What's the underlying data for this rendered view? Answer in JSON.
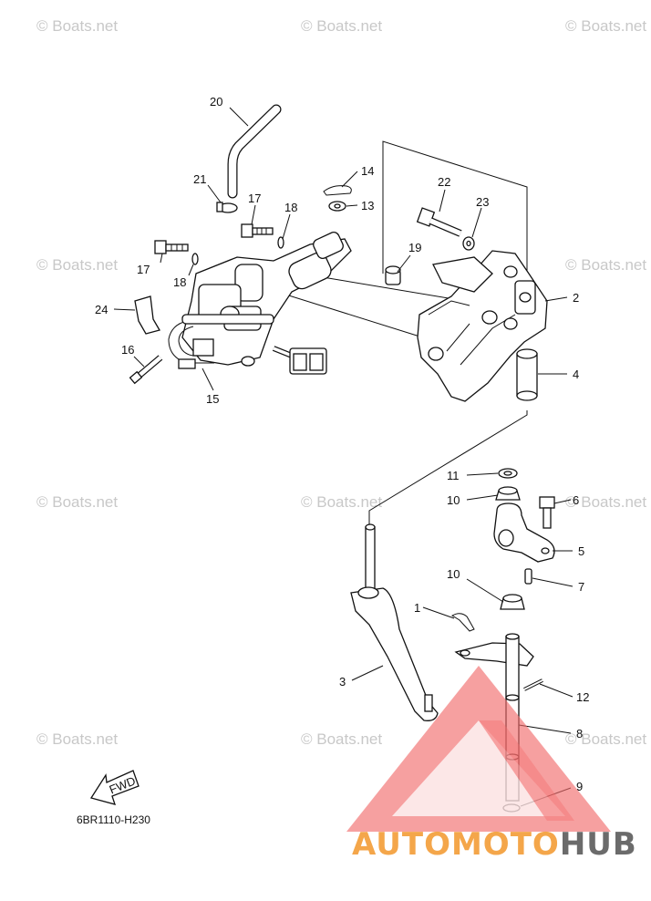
{
  "watermark": "© Boats.net",
  "diagram_code": "6BR1110-H230",
  "fwd_label": "FWD",
  "brand": {
    "part1": "AUTOMOTO",
    "part2": "HUB",
    "color1": "#f4a64a",
    "color2": "#6b6b6b",
    "triangle_color": "#f26b6b"
  },
  "callouts": {
    "c1": "1",
    "c2": "2",
    "c3": "3",
    "c4": "4",
    "c5": "5",
    "c6": "6",
    "c7": "7",
    "c8": "8",
    "c9": "9",
    "c10a": "10",
    "c10b": "10",
    "c11": "11",
    "c12": "12",
    "c13": "13",
    "c14": "14",
    "c15": "15",
    "c16": "16",
    "c17a": "17",
    "c17b": "17",
    "c18a": "18",
    "c18b": "18",
    "c19": "19",
    "c20": "20",
    "c21": "21",
    "c22": "22",
    "c23": "23",
    "c24": "24"
  }
}
